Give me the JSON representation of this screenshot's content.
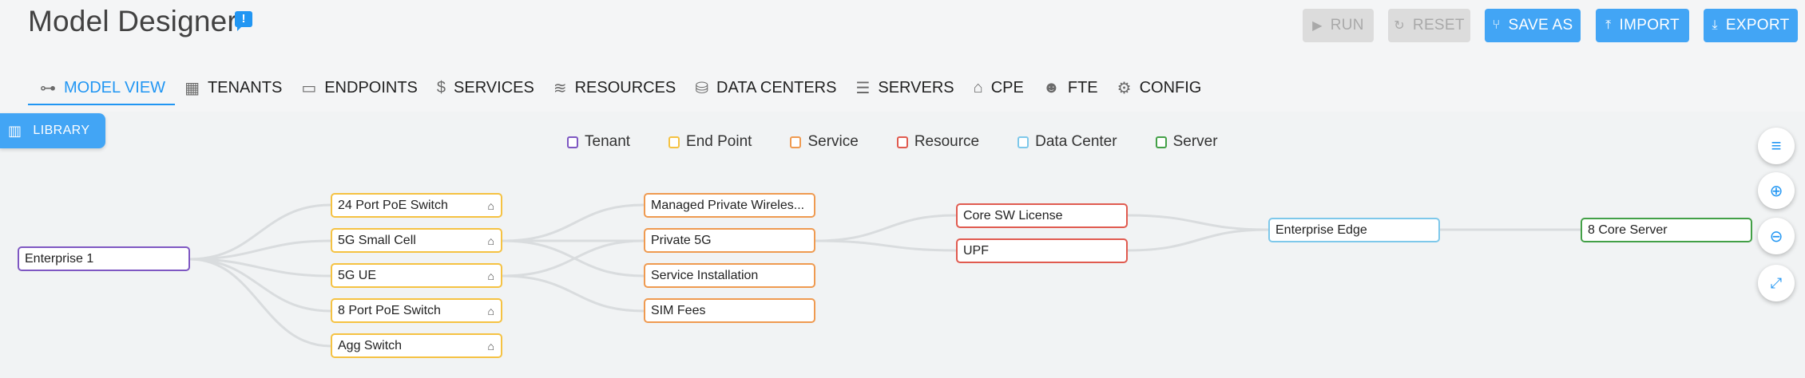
{
  "app": {
    "title": "Model Designer"
  },
  "toolbar": {
    "run": "RUN",
    "reset": "RESET",
    "save_as": "SAVE AS",
    "import": "IMPORT",
    "export": "EXPORT"
  },
  "tabs": [
    {
      "label": "MODEL VIEW",
      "icon": "diagram-icon",
      "active": true
    },
    {
      "label": "TENANTS",
      "icon": "building-icon"
    },
    {
      "label": "ENDPOINTS",
      "icon": "devices-icon"
    },
    {
      "label": "SERVICES",
      "icon": "dollar-icon"
    },
    {
      "label": "RESOURCES",
      "icon": "layers-icon"
    },
    {
      "label": "DATA CENTERS",
      "icon": "database-icon"
    },
    {
      "label": "SERVERS",
      "icon": "server-icon"
    },
    {
      "label": "CPE",
      "icon": "router-icon"
    },
    {
      "label": "FTE",
      "icon": "people-icon"
    },
    {
      "label": "CONFIG",
      "icon": "gear-icon"
    }
  ],
  "library": {
    "label": "LIBRARY",
    "icon": "books-icon"
  },
  "colors": {
    "accent": "#2196f3",
    "tenant": "#7e57c2",
    "endpoint": "#f5c242",
    "service": "#ef9a50",
    "resource": "#e05a4f",
    "datacenter": "#7ec8ea",
    "server": "#43a047"
  },
  "legend": [
    {
      "label": "Tenant",
      "color": "#7e57c2"
    },
    {
      "label": "End Point",
      "color": "#f5c242"
    },
    {
      "label": "Service",
      "color": "#ef9a50"
    },
    {
      "label": "Resource",
      "color": "#e05a4f"
    },
    {
      "label": "Data Center",
      "color": "#7ec8ea"
    },
    {
      "label": "Server",
      "color": "#43a047"
    }
  ],
  "graph": {
    "tenants": [
      "Enterprise 1"
    ],
    "endpoints": [
      "24 Port PoE Switch",
      "5G Small Cell",
      "5G UE",
      "8 Port PoE Switch",
      "Agg Switch"
    ],
    "services": [
      "Managed Private Wireles...",
      "Private 5G",
      "Service Installation",
      "SIM Fees"
    ],
    "resources": [
      "Core SW License",
      "UPF"
    ],
    "datacenters": [
      "Enterprise Edge"
    ],
    "servers": [
      "8 Core Server"
    ]
  },
  "view_controls": [
    "filter-icon",
    "zoom-in-icon",
    "zoom-out-icon",
    "fit-screen-icon"
  ]
}
